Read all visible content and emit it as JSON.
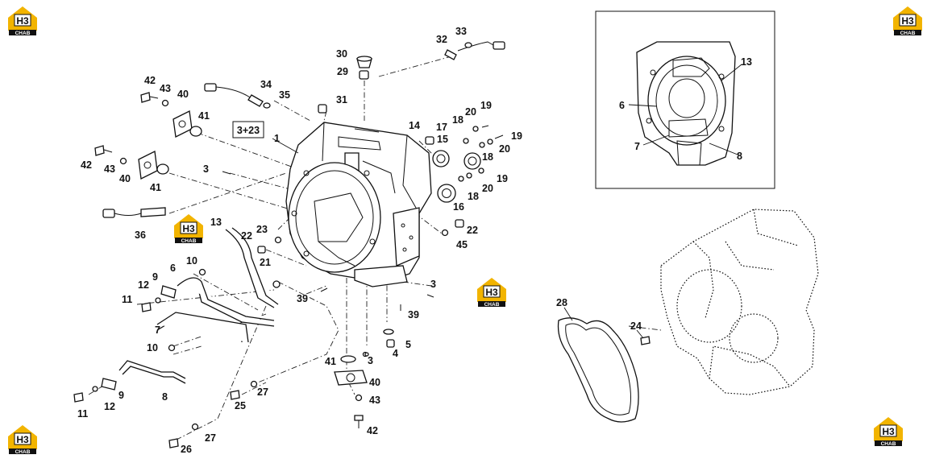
{
  "logo": {
    "mark": "H3",
    "word": "CHAB"
  },
  "box_label": "3+23",
  "labels": {
    "l1": "1",
    "l3a": "3",
    "l3b": "3",
    "l3c": "3",
    "l4": "4",
    "l5": "5",
    "l6": "6",
    "l6b": "6",
    "l7": "7",
    "l7b": "7",
    "l8": "8",
    "l8b": "8",
    "l9a": "9",
    "l9b": "9",
    "l10a": "10",
    "l10b": "10",
    "l11a": "11",
    "l11b": "11",
    "l12a": "12",
    "l12b": "12",
    "l13": "13",
    "l13b": "13",
    "l14": "14",
    "l15": "15",
    "l16": "16",
    "l17": "17",
    "l18a": "18",
    "l18b": "18",
    "l18c": "18",
    "l19a": "19",
    "l19b": "19",
    "l19c": "19",
    "l20a": "20",
    "l20b": "20",
    "l20c": "20",
    "l21": "21",
    "l22a": "22",
    "l22b": "22",
    "l23": "23",
    "l24": "24",
    "l25": "25",
    "l26": "26",
    "l27a": "27",
    "l27b": "27",
    "l28": "28",
    "l29": "29",
    "l30": "30",
    "l31": "31",
    "l32": "32",
    "l33": "33",
    "l34": "34",
    "l35": "35",
    "l36": "36",
    "l39a": "39",
    "l39b": "39",
    "l40a": "40",
    "l40b": "40",
    "l40c": "40",
    "l41a": "41",
    "l41b": "41",
    "l41c": "41",
    "l42a": "42",
    "l42b": "42",
    "l42c": "42",
    "l43a": "43",
    "l43b": "43",
    "l43c": "43",
    "l45": "45"
  }
}
